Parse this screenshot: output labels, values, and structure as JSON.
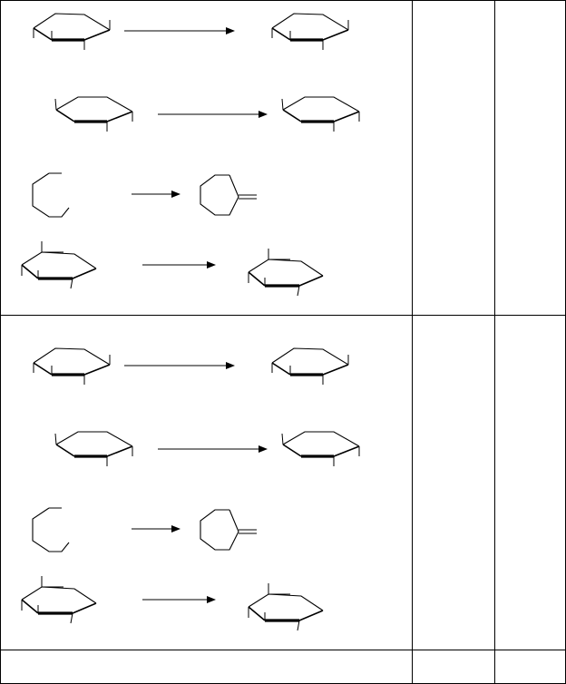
{
  "table": {
    "rows": [
      {
        "id": "row-1",
        "reactions": [
          {
            "reactant": "chair-cyclohexane",
            "product": "chair-cyclohexane"
          },
          {
            "reactant": "chair-cyclohexane",
            "product": "chair-cyclohexane"
          },
          {
            "reactant": "cyclohexane",
            "product": "methylenecyclohexane"
          },
          {
            "reactant": "chair-cyclohexane",
            "product": "chair-cyclohexane"
          }
        ],
        "answer_cells": [
          "",
          ""
        ]
      },
      {
        "id": "row-2",
        "reactions": [
          {
            "reactant": "chair-cyclohexane",
            "product": "chair-cyclohexane"
          },
          {
            "reactant": "chair-cyclohexane",
            "product": "chair-cyclohexane"
          },
          {
            "reactant": "cyclohexane",
            "product": "methylenecyclohexane"
          },
          {
            "reactant": "chair-cyclohexane",
            "product": "chair-cyclohexane"
          }
        ],
        "answer_cells": [
          "",
          ""
        ]
      },
      {
        "id": "row-3",
        "reactions": [],
        "answer_cells": [
          "",
          ""
        ]
      }
    ]
  }
}
